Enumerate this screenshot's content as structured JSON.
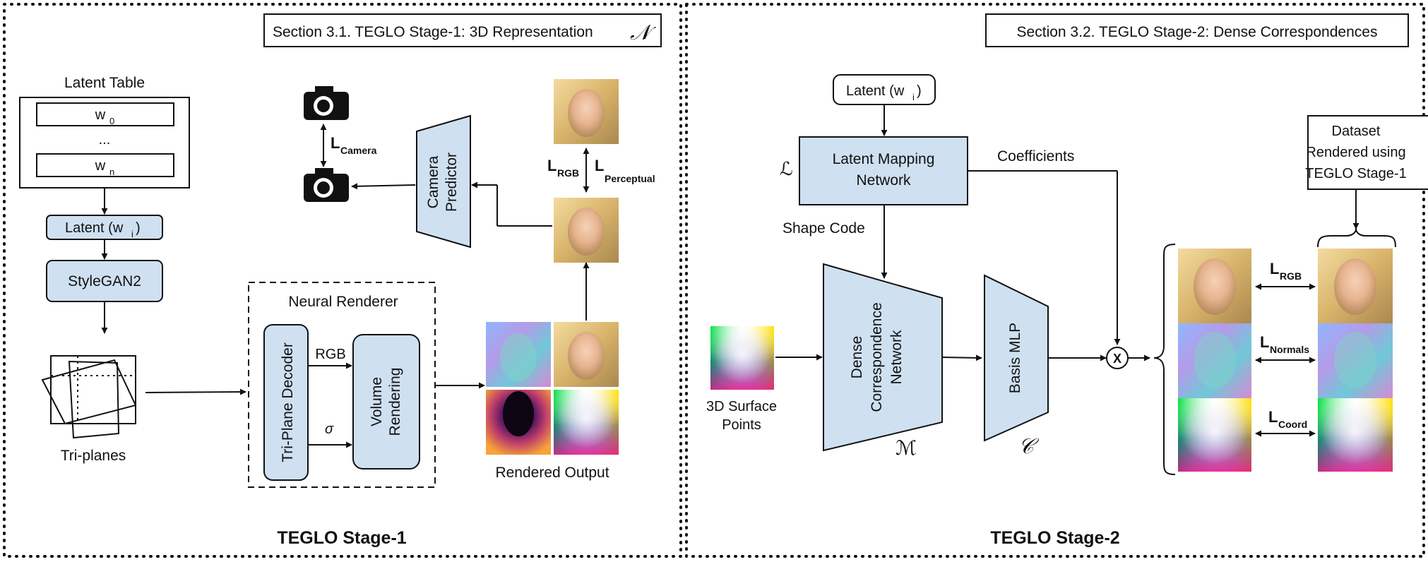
{
  "stage1": {
    "section_title": "Section 3.1. TEGLO Stage-1: 3D Representation",
    "section_symbol": "𝒩",
    "latent_table": {
      "title": "Latent Table",
      "w0": "w",
      "w0_sub": "0",
      "ellipsis": "...",
      "wn": "w",
      "wn_sub": "n"
    },
    "latent": {
      "label": "Latent (w",
      "sub": "i",
      "close": ")"
    },
    "stylegan": "StyleGAN2",
    "triplanes": "Tri-planes",
    "neural_renderer": {
      "title": "Neural Renderer",
      "decoder": "Tri-Plane Decoder",
      "volume_line1": "Volume",
      "volume_line2": "Rendering",
      "rgb": "RGB",
      "sigma": "σ"
    },
    "rendered_output": "Rendered Output",
    "camera_predictor_line1": "Camera",
    "camera_predictor_line2": "Predictor",
    "loss_camera": {
      "L": "L",
      "sub": "Camera"
    },
    "loss_rgb": {
      "L": "L",
      "sub": "RGB"
    },
    "loss_perceptual": {
      "L": "L",
      "sub": "Perceptual"
    },
    "footer": "TEGLO Stage-1"
  },
  "stage2": {
    "section_title": "Section 3.2. TEGLO Stage-2: Dense Correspondences",
    "latent": {
      "label": "Latent (w",
      "sub": "i",
      "close": ")"
    },
    "mapping_line1": "Latent Mapping",
    "mapping_line2": "Network",
    "mapping_symbol": "ℒ",
    "coefficients": "Coefficients",
    "shape_code": "Shape Code",
    "dense_line1": "Dense",
    "dense_line2": "Correspondence",
    "dense_line3": "Network",
    "dense_symbol": "ℳ",
    "basis": "Basis MLP",
    "basis_symbol": "𝒞",
    "surface_line1": "3D Surface",
    "surface_line2": "Points",
    "multiply": "X",
    "dataset_line1": "Dataset",
    "dataset_line2": "Rendered using",
    "dataset_line3": "TEGLO Stage-1",
    "loss_rgb": {
      "L": "L",
      "sub": "RGB"
    },
    "loss_normals": {
      "L": "L",
      "sub": "Normals"
    },
    "loss_coord": {
      "L": "L",
      "sub": "Coord"
    },
    "footer": "TEGLO Stage-2"
  }
}
